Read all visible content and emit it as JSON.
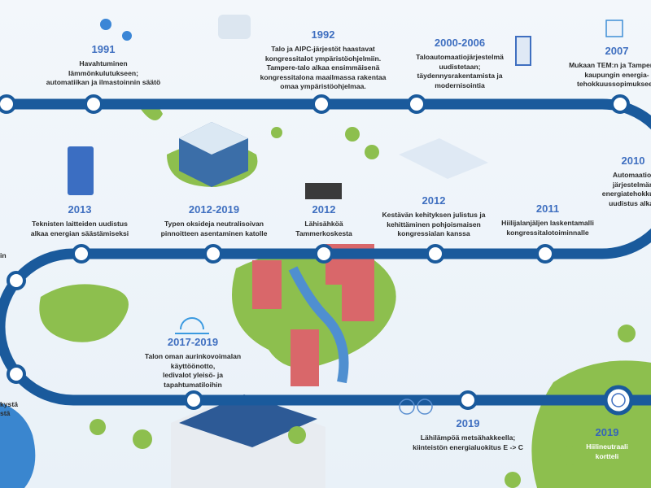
{
  "colors": {
    "track": "#1a5a9c",
    "year": "#3f6fc0",
    "green": "#8dbf4e",
    "building": "#d9676a"
  },
  "events": [
    {
      "year": "1991",
      "lines": [
        "Havahtuminen",
        "lämmönkulutukseen;",
        "automatiikan ja ilmastoinnin säätö"
      ],
      "icon": "gears-icon"
    },
    {
      "year": "1992",
      "lines": [
        "Talo ja AIPC-järjestöt haastavat",
        "kongressitalot ympäristöohjelmiin.",
        "Tampere-talo alkaa ensimmäisenä",
        "kongressitalona maailmassa rakentaa",
        "omaa ympäristöohjelmaa."
      ],
      "icon": "megaphone-icon"
    },
    {
      "year": "2000-2006",
      "lines": [
        "Taloautomaatiojärjestelmä",
        "uudistetaan;",
        "täydennysrakentamista ja",
        "modernisointia"
      ],
      "icon": "touchscreen-icon"
    },
    {
      "year": "2007",
      "lines": [
        "Mukaan TEM:n ja Tampereen",
        "kaupungin energia-",
        "tehokkuussopimukseen"
      ],
      "icon": "certificate-icon"
    },
    {
      "year": "2010",
      "lines": [
        "Automaatio-",
        "järjestelmän",
        "energiatehokkuus-",
        "uudistus alkaa"
      ]
    },
    {
      "year": "2011",
      "lines": [
        "Hiilijalanjäljen laskentamalli",
        "kongressitalotoiminnalle"
      ],
      "icon": "presentation-icon"
    },
    {
      "year": "2012",
      "lines": [
        "Kestävän kehityksen julistus ja",
        "kehittäminen pohjoismaisen",
        "kongressialan kanssa"
      ],
      "icon": "meeting-icon"
    },
    {
      "year": "2012",
      "lines": [
        "Lähisähköä",
        "Tammerkoskesta"
      ],
      "icon": "hydropower-icon"
    },
    {
      "year": "2012-2019",
      "lines": [
        "Typen oksideja neutralisoivan",
        "pinnoitteen asentaminen katolle"
      ],
      "icon": "building-icon"
    },
    {
      "year": "2013",
      "lines": [
        "Teknisten laitteiden uudistus",
        "alkaa energian säästämiseksi"
      ],
      "icon": "tablet-icon"
    },
    {
      "year": "2017-2019",
      "lines": [
        "Talon oman aurinkovoimalan",
        "käyttöönotto,",
        "ledivalot yleisö- ja",
        "tapahtumatiloihin"
      ],
      "icon": "sun-icon"
    },
    {
      "year": "2019",
      "lines": [
        "Lähilämpöä metsähakkeella;",
        "kiinteistön energialuokitus E -> C"
      ],
      "icon": "bicycle-icon"
    },
    {
      "year": "2019",
      "lines": [
        "Hiilineutraali",
        "kortteli"
      ],
      "icon": "globe-handshake-icon"
    }
  ],
  "fragments": {
    "left_mid": "in",
    "left_low1": "kystä",
    "left_low2": "stä"
  }
}
